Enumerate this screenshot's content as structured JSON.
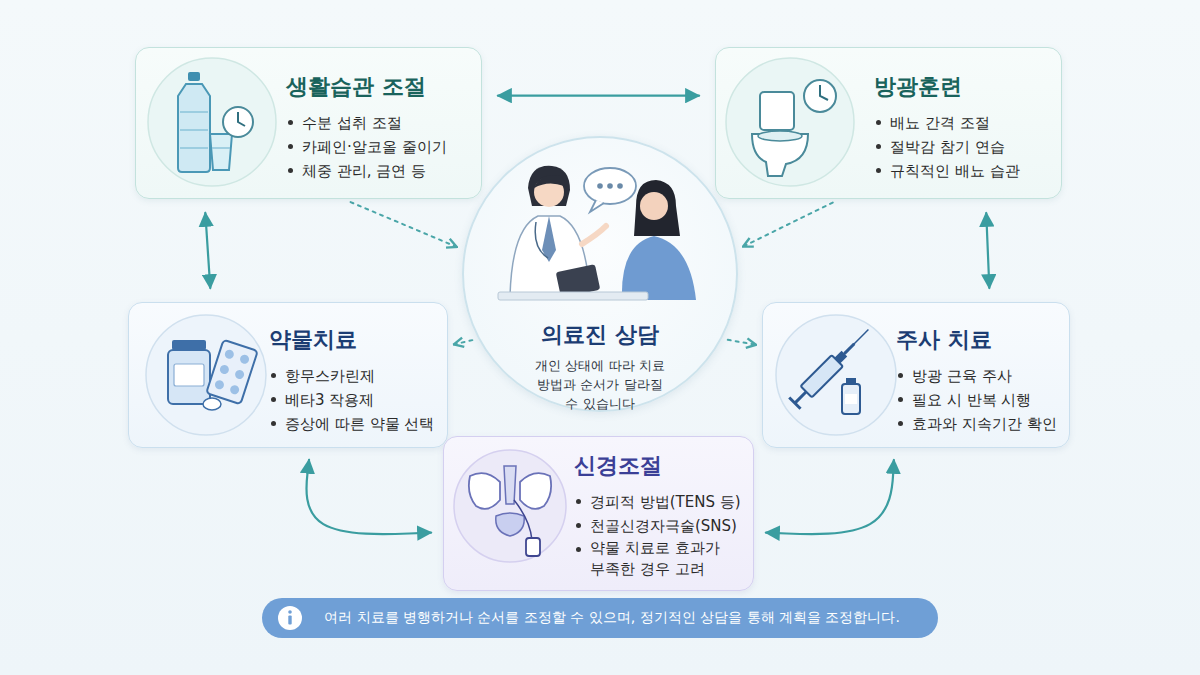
{
  "diagram": {
    "nodes": [
      {
        "text": [
          "생활습관 조절",
          "수분 섭취 조절",
          "카페인·알코올 줄이기",
          "체중 관리, 금연 등"
        ]
      },
      {
        "text": [
          "방광훈련",
          "배뇨 간격 조절",
          "절박감 참기 연습",
          "규칙적인 배뇨 습관"
        ]
      },
      {
        "text": [
          "의료진 상담",
          "개인 상태에 따라 치료 방법과 순서가 달라질 수 있습니다"
        ]
      },
      {
        "text": [
          "약물치료",
          "항무스카린제",
          "베타3 작용제",
          "증상에 따른 약물 선택"
        ]
      },
      {
        "text": [
          "주사 치료",
          "방광 근육 주사",
          "필요 시 반복 시행",
          "효과와 지속기간 확인"
        ]
      },
      {
        "text": [
          "신경조절",
          "경피적 방법(TENS 등)",
          "천골신경자극술(SNS)",
          "약물 치료로 효과가 부족한 경우 고려"
        ]
      },
      {
        "text": [
          "여러 치료를 병행하거나 순서를 조정할 수 있으며, 정기적인 상담을 통해 계획을 조정합니다."
        ]
      }
    ],
    "edges": [
      {
        "from": 0,
        "to": 1,
        "arrow": "both"
      },
      {
        "from": 0,
        "to": 3,
        "arrow": "both"
      },
      {
        "from": 1,
        "to": 4,
        "arrow": "both"
      },
      {
        "from": 3,
        "to": 5,
        "arrow": "both"
      },
      {
        "from": 4,
        "to": 5,
        "arrow": "both"
      },
      {
        "from": 0,
        "to": 2,
        "arrow": "to"
      },
      {
        "from": 1,
        "to": 2,
        "arrow": "to"
      },
      {
        "from": 2,
        "to": 3,
        "arrow": "to"
      },
      {
        "from": 2,
        "to": 4,
        "arrow": "to"
      }
    ]
  }
}
